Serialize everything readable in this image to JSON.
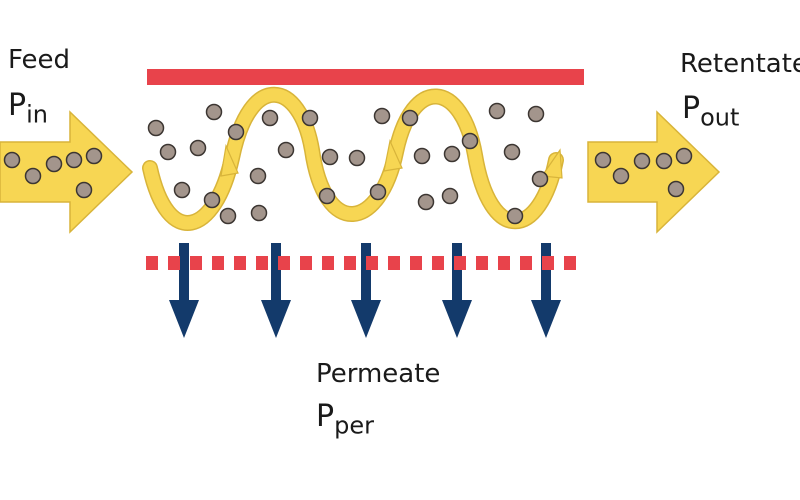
{
  "labels": {
    "feed": "Feed",
    "feed_pressure_symbol": "P",
    "feed_pressure_sub": "in",
    "retentate": "Retentate",
    "retentate_pressure_symbol": "P",
    "retentate_pressure_sub": "out",
    "permeate": "Permeate",
    "permeate_pressure_symbol": "P",
    "permeate_pressure_sub": "per"
  },
  "colors": {
    "wall": "#e8434b",
    "membrane": "#e8434b",
    "flow": "#f7d653",
    "flow_stroke": "#d8b43a",
    "particle_fill": "#a3958c",
    "particle_stroke": "#3c3632",
    "permeate_arrow": "#133a6b"
  },
  "icons": {
    "feed_arrow": "right-arrow",
    "retentate_arrow": "right-arrow",
    "permeate_arrows": "down-arrow"
  }
}
